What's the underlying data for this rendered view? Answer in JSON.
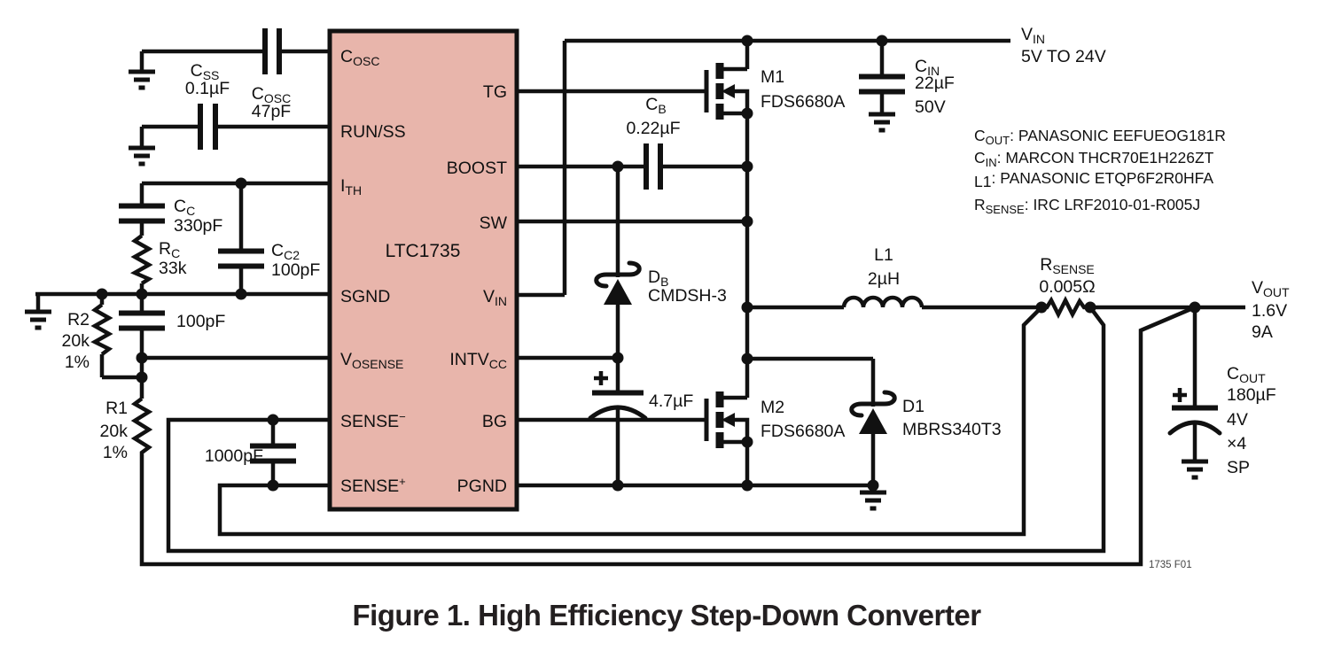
{
  "figure": {
    "caption": "Figure 1. High Efficiency Step-Down Converter",
    "fig_id": "1735 F01"
  },
  "ic": {
    "name": "LTC1735",
    "left_pins": [
      {
        "main": "C",
        "sub": "OSC",
        "sup": ""
      },
      {
        "main": "RUN/SS",
        "sub": "",
        "sup": ""
      },
      {
        "main": "I",
        "sub": "TH",
        "sup": ""
      },
      {
        "main": "SGND",
        "sub": "",
        "sup": ""
      },
      {
        "main": "V",
        "sub": "OSENSE",
        "sup": ""
      },
      {
        "main": "SENSE",
        "sub": "",
        "sup": "−"
      },
      {
        "main": "SENSE",
        "sub": "",
        "sup": "+"
      }
    ],
    "right_pins": [
      {
        "main": "TG",
        "sub": "",
        "sup": ""
      },
      {
        "main": "BOOST",
        "sub": "",
        "sup": ""
      },
      {
        "main": "SW",
        "sub": "",
        "sup": ""
      },
      {
        "main": "V",
        "sub": "IN",
        "sup": ""
      },
      {
        "main": "INTV",
        "sub": "CC",
        "sup": ""
      },
      {
        "main": "BG",
        "sub": "",
        "sup": ""
      },
      {
        "main": "PGND",
        "sub": "",
        "sup": ""
      }
    ]
  },
  "components": {
    "css": {
      "ref_main": "C",
      "ref_sub": "SS",
      "value": "0.1µF"
    },
    "cosc": {
      "ref_main": "C",
      "ref_sub": "OSC",
      "value": "47pF"
    },
    "cc": {
      "ref_main": "C",
      "ref_sub": "C",
      "value": "330pF"
    },
    "rc": {
      "ref_main": "R",
      "ref_sub": "C",
      "value": "33k"
    },
    "cc2": {
      "ref_main": "C",
      "ref_sub": "C2",
      "value": "100pF"
    },
    "c_ith": {
      "value": "100pF"
    },
    "r2": {
      "ref": "R2",
      "value": "20k",
      "tol": "1%"
    },
    "r1": {
      "ref": "R1",
      "value": "20k",
      "tol": "1%"
    },
    "c_sense": {
      "value": "1000pF"
    },
    "cb": {
      "ref_main": "C",
      "ref_sub": "B",
      "value": "0.22µF"
    },
    "db": {
      "ref_main": "D",
      "ref_sub": "B",
      "part": "CMDSH-3"
    },
    "c_intvcc": {
      "value": "4.7µF"
    },
    "m1": {
      "ref": "M1",
      "part": "FDS6680A"
    },
    "m2": {
      "ref": "M2",
      "part": "FDS6680A"
    },
    "d1": {
      "ref": "D1",
      "part": "MBRS340T3"
    },
    "cin": {
      "ref_main": "C",
      "ref_sub": "IN",
      "value": "22µF",
      "rating": "50V"
    },
    "l1": {
      "ref": "L1",
      "value": "2µH"
    },
    "rsense": {
      "ref_main": "R",
      "ref_sub": "SENSE",
      "value": "0.005Ω"
    },
    "cout": {
      "ref_main": "C",
      "ref_sub": "OUT",
      "value": "180µF",
      "rating": "4V",
      "qty": "×4",
      "type": "SP"
    }
  },
  "rails": {
    "vin": {
      "main": "V",
      "sub": "IN",
      "range": "5V TO 24V"
    },
    "vout": {
      "main": "V",
      "sub": "OUT",
      "volts": "1.6V",
      "amps": "9A"
    }
  },
  "notes": [
    {
      "main": "C",
      "sub": "OUT",
      "rest": ": PANASONIC EEFUEOG181R"
    },
    {
      "main": "C",
      "sub": "IN",
      "rest": ": MARCON THCR70E1H226ZT"
    },
    {
      "main": "L1",
      "sub": "",
      "rest": ": PANASONIC ETQP6F2R0HFA"
    },
    {
      "main": "R",
      "sub": "SENSE",
      "rest": ": IRC LRF2010-01-R005J"
    }
  ],
  "colors": {
    "ic_fill": "#e8b5ab",
    "wire": "#111111",
    "text": "#111111"
  }
}
